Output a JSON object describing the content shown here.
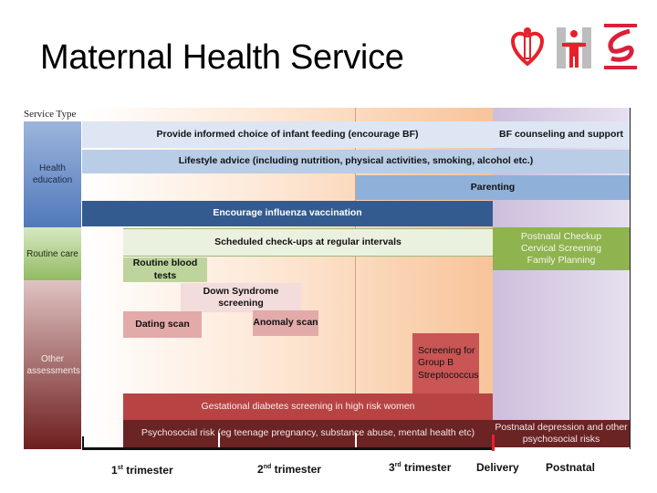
{
  "header": {
    "title": "Maternal Health Service",
    "logos": [
      "heart-figure-logo",
      "person-h-logo",
      "s-swirl-logo"
    ]
  },
  "diagram": {
    "service_type_label": "Service Type",
    "categories": [
      {
        "label": "Health education",
        "color": "#5b82c0"
      },
      {
        "label": "Routine care",
        "color": "#9cc06a"
      },
      {
        "label": "Other assessments",
        "color": "#8b3a3a"
      }
    ],
    "bars": {
      "infant_feeding": "Provide informed choice of infant feeding (encourage BF)",
      "bf_support": "BF counseling and support",
      "lifestyle": "Lifestyle advice (including nutrition, physical activities, smoking, alcohol etc.)",
      "parenting": "Parenting",
      "influenza": "Encourage influenza vaccination",
      "checkups": "Scheduled check-ups at regular intervals",
      "postnatal_care": [
        "Postnatal Checkup",
        "Cervical Screening",
        "Family Planning"
      ],
      "blood_tests": "Routine blood tests",
      "down_syndrome": "Down Syndrome screening",
      "dating_scan": "Dating scan",
      "anomaly_scan": "Anomaly scan",
      "gbs": [
        "Screening for",
        "Group B",
        "Streptococcus"
      ],
      "gdm": "Gestational diabetes screening in high risk women",
      "psychosocial": "Psychosocial risk (eg teenage pregnancy, substance abuse, mental health etc)",
      "postnatal_depression": [
        "Postnatal depression and other",
        "psychosocial risks"
      ]
    },
    "timeline": {
      "t1": {
        "num": "1",
        "sup": "st",
        "text": " trimester"
      },
      "t2": {
        "num": "2",
        "sup": "nd",
        "text": " trimester"
      },
      "t3": {
        "num": "3",
        "sup": "rd",
        "text": " trimester"
      },
      "delivery": "Delivery",
      "postnatal": "Postnatal"
    }
  }
}
